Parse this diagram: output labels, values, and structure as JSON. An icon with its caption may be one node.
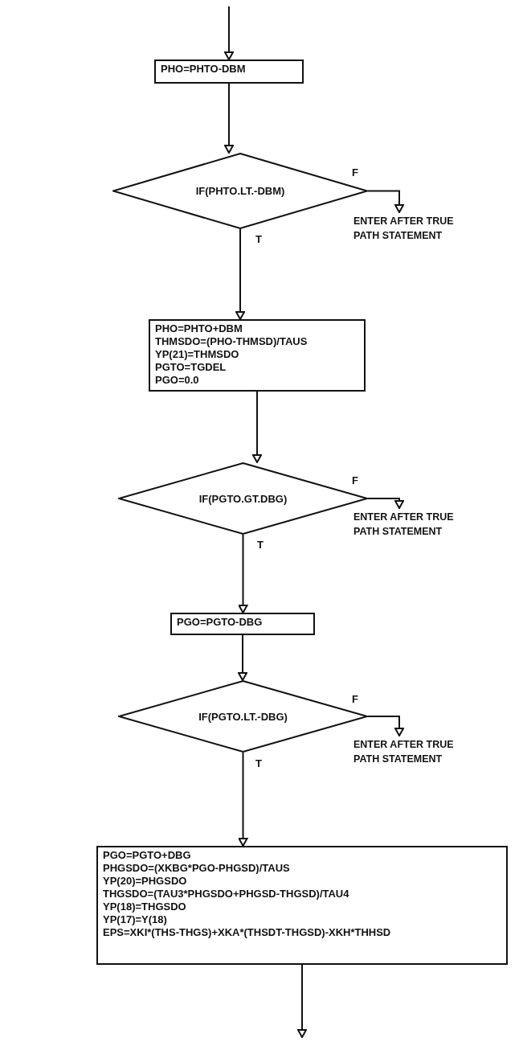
{
  "diagram": {
    "nodes": [
      {
        "text": [
          "PHO=PHTO-DBM"
        ]
      },
      {
        "text": [
          "IF(PHTO.LT.-DBM)"
        ]
      },
      {
        "text": [
          "ENTER AFTER TRUE PATH STATEMENT"
        ]
      },
      {
        "text": [
          "PHO=PHTO+DBM",
          "THMSDO=(PHO-THMSD)/TAUS",
          "YP(21)=THMSDO",
          "PGTO=TGDEL",
          "PGO=0.0"
        ]
      },
      {
        "text": [
          "IF(PGTO.GT.DBG)"
        ]
      },
      {
        "text": [
          "ENTER AFTER TRUE PATH STATEMENT"
        ]
      },
      {
        "text": [
          "PGO=PGTO-DBG"
        ]
      },
      {
        "text": [
          "IF(PGTO.LT.-DBG)"
        ]
      },
      {
        "text": [
          "ENTER AFTER TRUE PATH STATEMENT"
        ]
      },
      {
        "text": [
          "PGO=PGTO+DBG",
          "PHGSDO=(XKBG*PGO-PHGSD)/TAUS",
          "YP(20)=PHGSDO",
          "THGSDO=(TAU3*PHGSDO+PHGSD-THGSD)/TAU4",
          "YP(18)=THGSDO",
          "YP(17)=Y(18)",
          "EPS=XKI*(THS-THGS)+XKA*(THSDT-THGSD)-XKH*THHSD"
        ]
      }
    ],
    "edges": [
      {
        "from": null,
        "to": 0,
        "arrow": "to"
      },
      {
        "from": 0,
        "to": 1,
        "arrow": "to"
      },
      {
        "from": 1,
        "to": 2,
        "arrow": "to",
        "label": "F"
      },
      {
        "from": 1,
        "to": 3,
        "arrow": "to",
        "label": "T"
      },
      {
        "from": 3,
        "to": 4,
        "arrow": "to"
      },
      {
        "from": 4,
        "to": 5,
        "arrow": "to",
        "label": "F"
      },
      {
        "from": 4,
        "to": 6,
        "arrow": "to",
        "label": "T"
      },
      {
        "from": 6,
        "to": 7,
        "arrow": "to"
      },
      {
        "from": 7,
        "to": 8,
        "arrow": "to",
        "label": "F"
      },
      {
        "from": 7,
        "to": 9,
        "arrow": "to",
        "label": "T"
      },
      {
        "from": 9,
        "to": null,
        "arrow": "to"
      }
    ]
  }
}
